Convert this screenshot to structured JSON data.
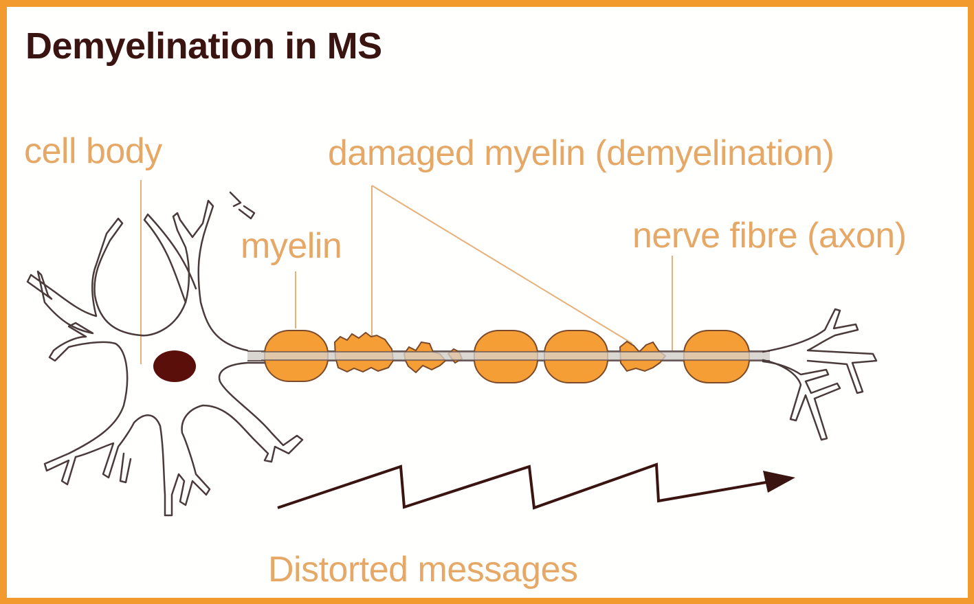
{
  "title": "Demyelination in MS",
  "labels": {
    "cell_body": "cell body",
    "damaged_myelin": "damaged myelin (demyelination)",
    "myelin": "myelin",
    "nerve_fibre": "nerve fibre (axon)",
    "distorted_messages": "Distorted messages"
  },
  "colors": {
    "border": "#f29a2e",
    "title": "#3a1410",
    "label": "#e6a866",
    "myelin_fill": "#f5992b",
    "myelin_stroke": "#7a4a2a",
    "nucleus": "#5a0f0a",
    "neuron_outline": "#4a3a3a",
    "signal": "#3a1410"
  },
  "myelin_segments": [
    {
      "state": "healthy"
    },
    {
      "state": "damaged"
    },
    {
      "state": "damaged"
    },
    {
      "state": "healthy"
    },
    {
      "state": "healthy"
    },
    {
      "state": "damaged"
    },
    {
      "state": "healthy"
    }
  ]
}
